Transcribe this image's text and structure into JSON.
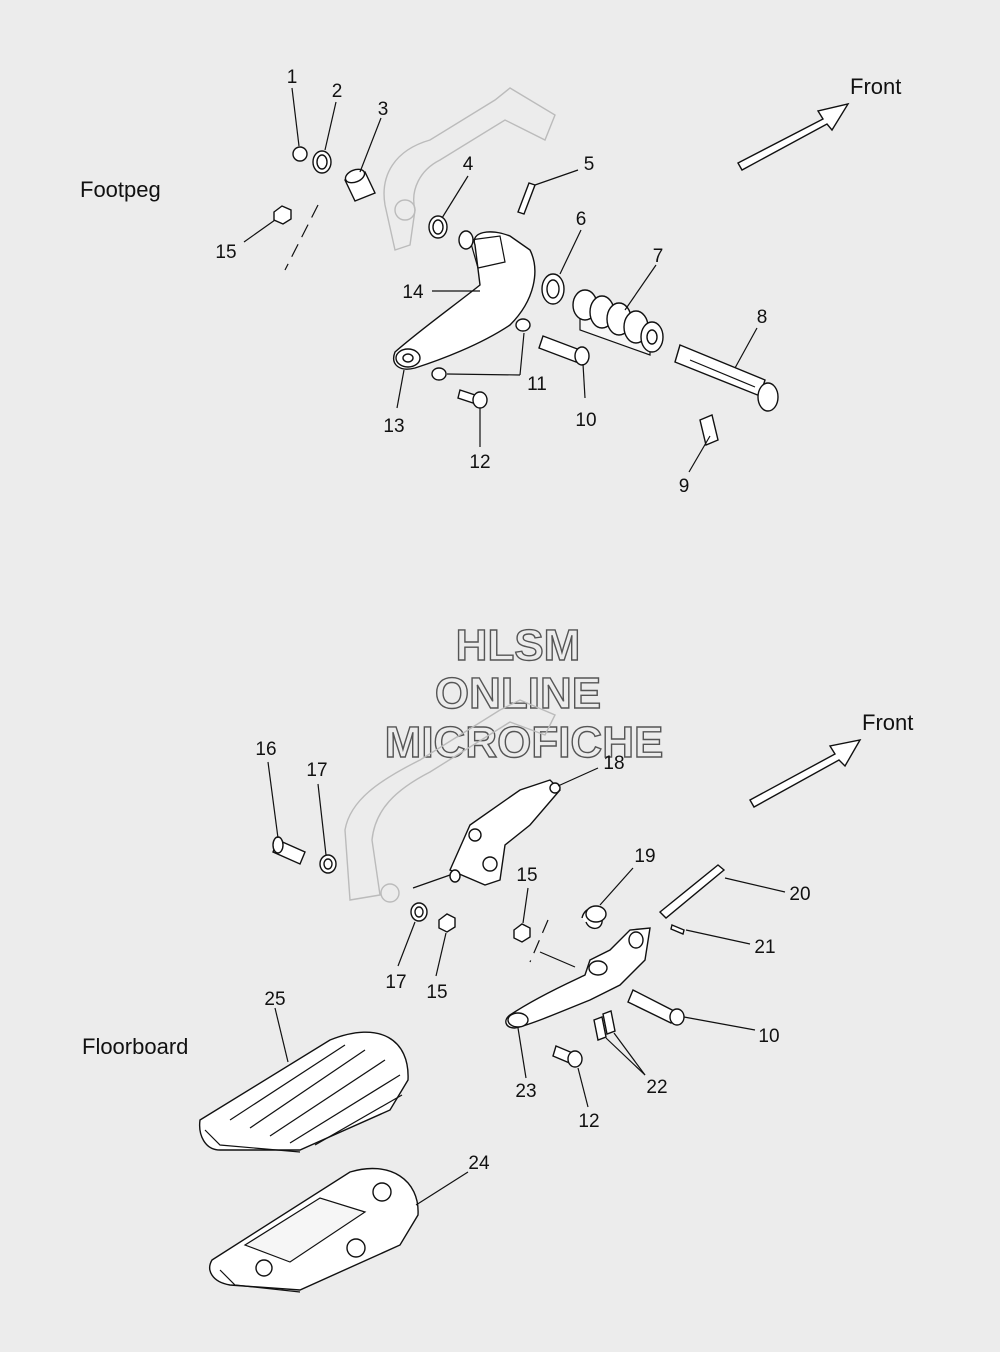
{
  "sections": {
    "footpeg": "Footpeg",
    "floorboard": "Floorboard"
  },
  "direction_labels": {
    "top": "Front",
    "bottom": "Front"
  },
  "watermark": {
    "line1": "HLSM",
    "line2": "ONLINE",
    "line3": "MICROFICHE"
  },
  "callouts_footpeg": [
    "1",
    "2",
    "3",
    "4",
    "5",
    "6",
    "7",
    "8",
    "9",
    "10",
    "11",
    "12",
    "13",
    "14",
    "15"
  ],
  "callouts_floorboard": [
    "16",
    "17",
    "18",
    "15",
    "19",
    "20",
    "21",
    "10",
    "22",
    "12",
    "23",
    "17",
    "15",
    "25",
    "24"
  ]
}
